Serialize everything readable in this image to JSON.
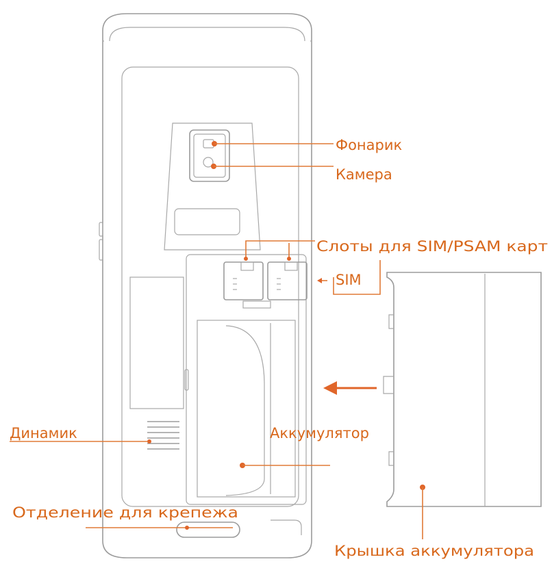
{
  "labels": {
    "flashlight": "Фонарик",
    "camera": "Камера",
    "sim_slots": "Слоты для SIM/PSAM карт",
    "sim": "SIM",
    "speaker": "Динамик",
    "battery": "Аккумулятор",
    "mount_compartment": "Отделение для крепежа",
    "battery_cover": "Крышка аккумулятора"
  },
  "colors": {
    "accent": "#e0662a",
    "label_text": "#d8681c",
    "outline": "#9b9b9b"
  }
}
